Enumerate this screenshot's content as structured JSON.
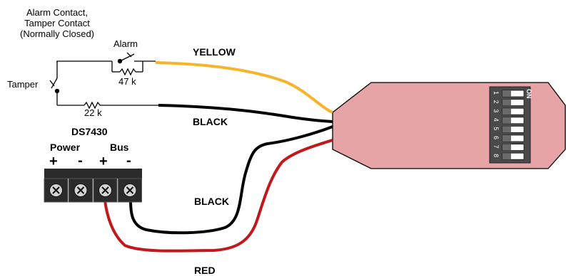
{
  "labels": {
    "contact_title_line1": "Alarm Contact,",
    "contact_title_line2": "Tamper Contact",
    "contact_title_line3": "(Normally Closed)",
    "alarm": "Alarm",
    "tamper": "Tamper",
    "r_alarm": "47 k",
    "r_tamper": "22 k",
    "yellow": "YELLOW",
    "black_top": "BLACK",
    "black_bottom": "BLACK",
    "red": "RED",
    "device": "DS7430",
    "power": "Power",
    "bus": "Bus",
    "plus_power": "+",
    "minus_power": "-",
    "plus_bus": "+",
    "minus_bus": "-"
  },
  "dip_switch": {
    "on_label": "ON",
    "numbers": [
      "1",
      "2",
      "3",
      "4",
      "5",
      "6",
      "7",
      "8"
    ]
  },
  "colors": {
    "yellow_wire": "#f6b42c",
    "black_wire": "#000000",
    "red_wire": "#c0181b",
    "module_fill": "#e6a4a6",
    "terminal_block": "#2b2b2b",
    "dip_body": "#4a4a4a"
  }
}
